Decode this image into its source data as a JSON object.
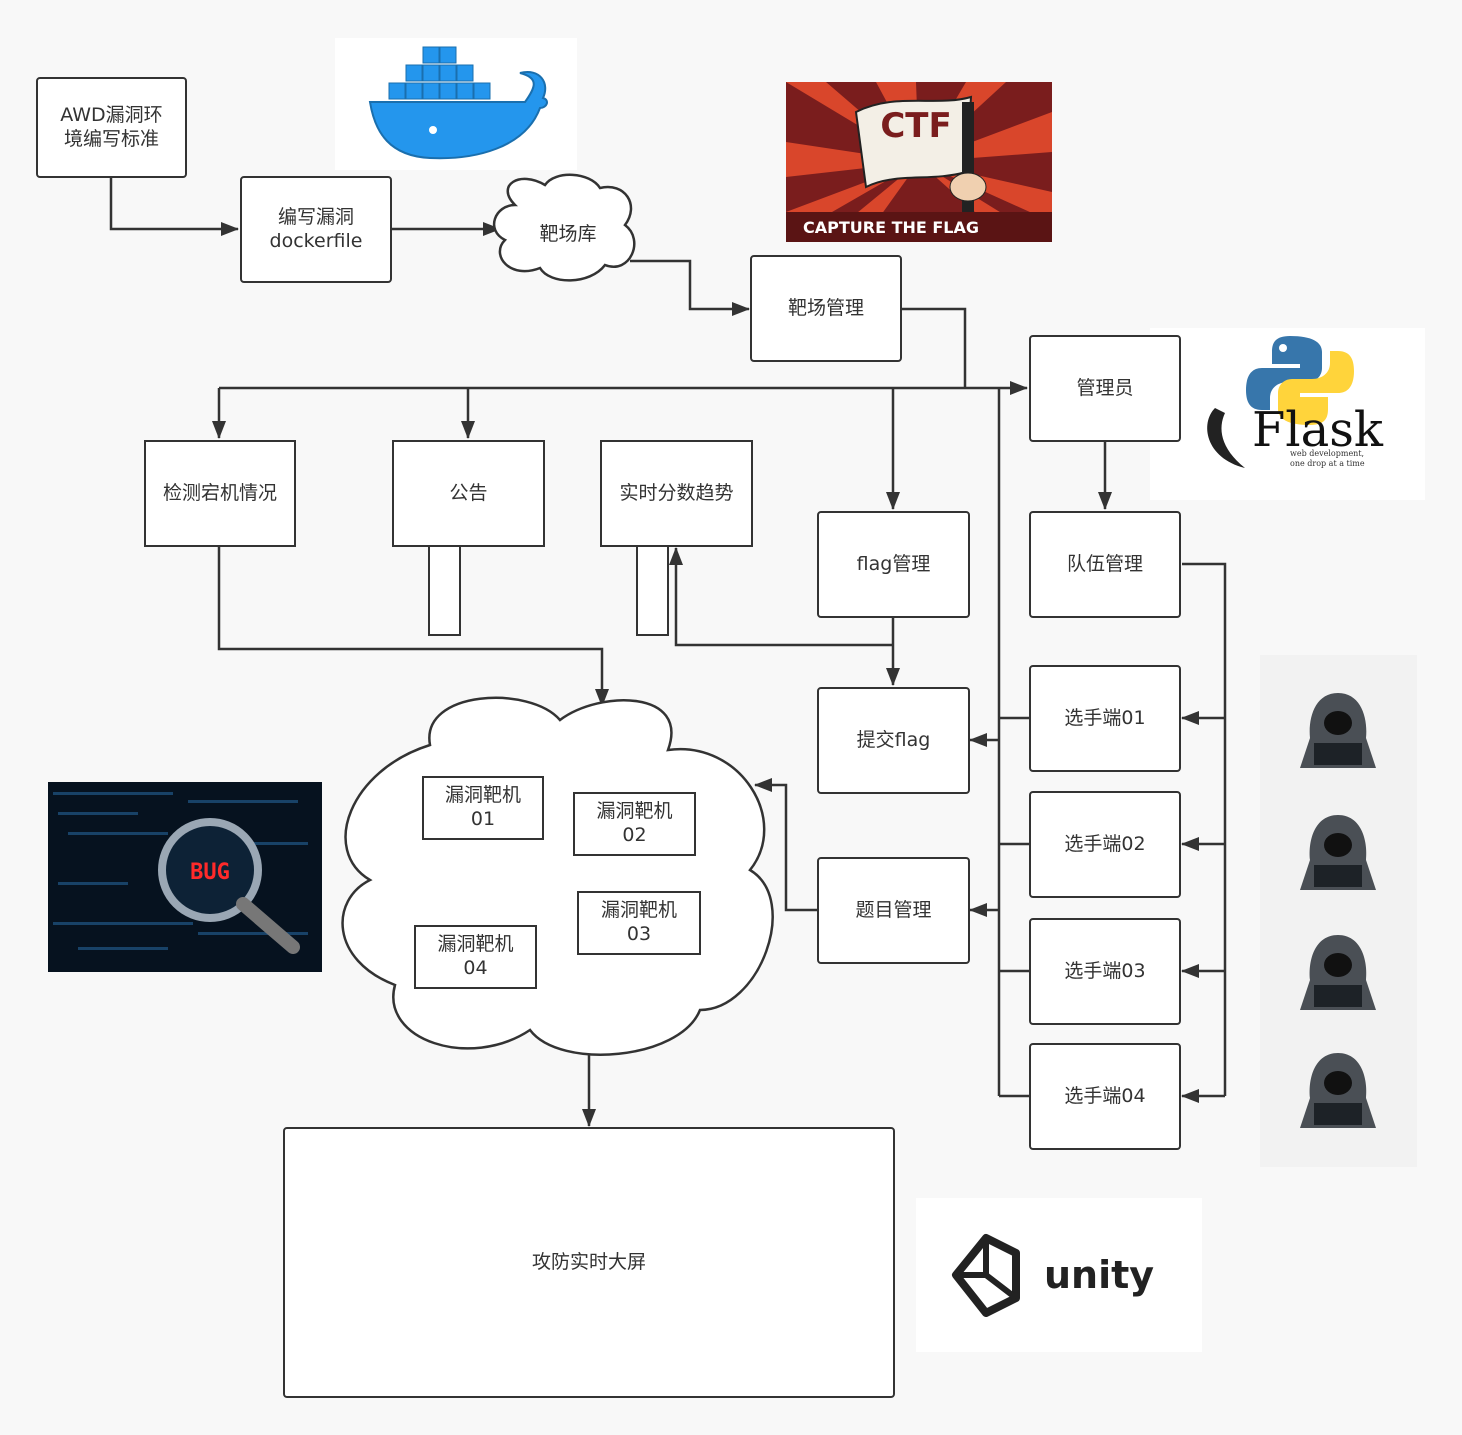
{
  "nodes": {
    "awd_standard": "AWD漏洞环\n境编写标准",
    "write_dockerfile": "编写漏洞\ndockerfile",
    "range_lib": "靶场库",
    "range_mgmt": "靶场管理",
    "admin": "管理员",
    "check_host": "检测宕机情况",
    "notice": "公告",
    "realtime_trend": "实时分数趋势",
    "flag_mgmt": "flag管理",
    "team_mgmt": "队伍管理",
    "submit_flag": "提交flag",
    "question_mgmt": "题目管理",
    "player01": "选手端01",
    "player02": "选手端02",
    "player03": "选手端03",
    "player04": "选手端04",
    "target01": "漏洞靶机\n01",
    "target02": "漏洞靶机\n02",
    "target03": "漏洞靶机\n03",
    "target04": "漏洞靶机\n04",
    "big_screen": "攻防实时大屏"
  },
  "images": {
    "ctf_title": "CTF",
    "ctf_subtitle": "CAPTURE THE FLAG",
    "flask_title": "Flask",
    "flask_tagline_1": "web development,",
    "flask_tagline_2": "one drop at a time",
    "bug_text": "BUG",
    "unity_text": "unity"
  },
  "icons": [
    "docker-whale-icon",
    "ctf-flag-icon",
    "flask-python-logo",
    "bug-magnifier-icon",
    "hacker-icon",
    "unity-logo-icon"
  ]
}
